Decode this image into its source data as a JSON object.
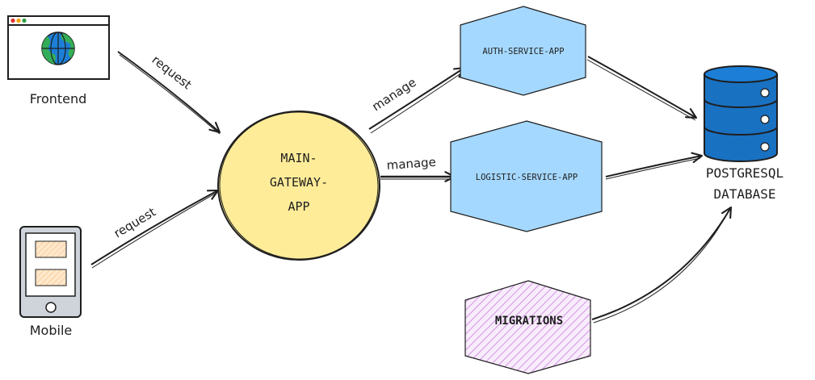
{
  "nodes": {
    "frontend": {
      "label": "Frontend"
    },
    "mobile": {
      "label": "Mobile"
    },
    "gateway": {
      "line1": "MAIN-",
      "line2": "GATEWAY-",
      "line3": "APP"
    },
    "auth": {
      "label": "AUTH-SERVICE-APP"
    },
    "logistic": {
      "label": "LOGISTIC-SERVICE-APP"
    },
    "migrations": {
      "label": "MIGRATIONS"
    },
    "database": {
      "line1": "POSTGRESQL",
      "line2": "DATABASE"
    }
  },
  "edges": {
    "frontend_to_gateway": "request",
    "mobile_to_gateway": "request",
    "gateway_to_auth": "manage",
    "gateway_to_logistic": "manage"
  },
  "colors": {
    "gateway_fill": "#ffec99",
    "service_fill": "#a5d8ff",
    "migrations_fill": "#eebefa",
    "db_fill": "#1971c2",
    "stroke": "#1e1e1e",
    "mobile_body": "#ced4da",
    "mobile_panel": "#ffd8a8"
  },
  "icons": [
    "browser-window-icon",
    "globe-icon",
    "mobile-phone-icon",
    "database-icon"
  ]
}
